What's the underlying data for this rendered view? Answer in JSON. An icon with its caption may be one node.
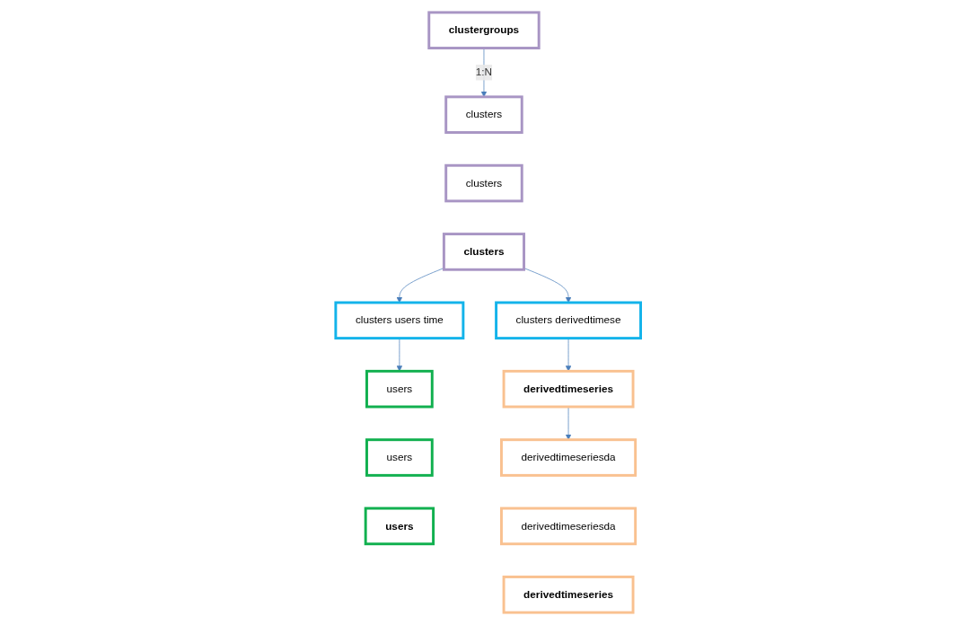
{
  "diagram": {
    "nodes": [
      {
        "text": [
          "clustergroups"
        ]
      },
      {
        "text": [
          "clusters"
        ]
      },
      {
        "text": [
          "clusters"
        ]
      },
      {
        "text": [
          "clusters"
        ]
      },
      {
        "text": [
          "clusters users time"
        ]
      },
      {
        "text": [
          "clusters derivedtimese"
        ]
      },
      {
        "text": [
          "users"
        ]
      },
      {
        "text": [
          "users"
        ]
      },
      {
        "text": [
          "users"
        ]
      },
      {
        "text": [
          "derivedtimeseries"
        ]
      },
      {
        "text": [
          "derivedtimeseriesda"
        ]
      },
      {
        "text": [
          "derivedtimeseriesda"
        ]
      },
      {
        "text": [
          "derivedtimeseries"
        ]
      }
    ],
    "edges": [
      {
        "from": 0,
        "to": 1,
        "arrow": "to",
        "label": "1:N"
      },
      {
        "from": 3,
        "to": 4,
        "arrow": "to"
      },
      {
        "from": 3,
        "to": 5,
        "arrow": "to"
      },
      {
        "from": 4,
        "to": 6,
        "arrow": "to"
      },
      {
        "from": 5,
        "to": 9,
        "arrow": "to"
      },
      {
        "from": 9,
        "to": 10,
        "arrow": "to"
      }
    ]
  }
}
